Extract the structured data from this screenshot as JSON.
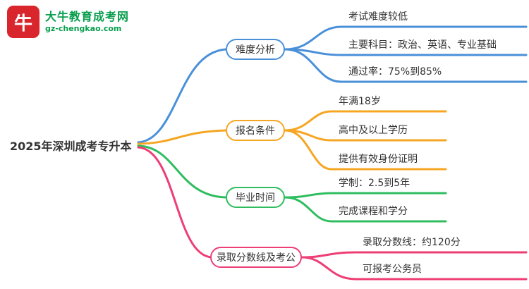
{
  "logo": {
    "title": "大牛教育成考网",
    "domain": "gz-chengkao.com",
    "icon_char": "牛"
  },
  "root": {
    "label": "2025年深圳成考专升本"
  },
  "colors": {
    "blue": "#4a90d9",
    "orange": "#f5a623",
    "green": "#2fbd60",
    "pink": "#ed3e75",
    "logo_red": "#d8262c",
    "logo_green": "#089e4e"
  },
  "branches": [
    {
      "label": "难度分析",
      "color": "#4a90d9",
      "children": [
        {
          "text": "考试难度较低"
        },
        {
          "text": "主要科目：政治、英语、专业基础"
        },
        {
          "text": "通过率：75%到85%"
        }
      ]
    },
    {
      "label": "报名条件",
      "color": "#f5a623",
      "children": [
        {
          "text": "年满18岁"
        },
        {
          "text": "高中及以上学历"
        },
        {
          "text": "提供有效身份证明"
        }
      ]
    },
    {
      "label": "毕业时间",
      "color": "#2fbd60",
      "children": [
        {
          "text": "学制：2.5到5年"
        },
        {
          "text": "完成课程和学分"
        }
      ]
    },
    {
      "label": "录取分数线及考公",
      "color": "#ed3e75",
      "children": [
        {
          "text": "录取分数线：约120分"
        },
        {
          "text": "可报考公务员"
        }
      ]
    }
  ]
}
